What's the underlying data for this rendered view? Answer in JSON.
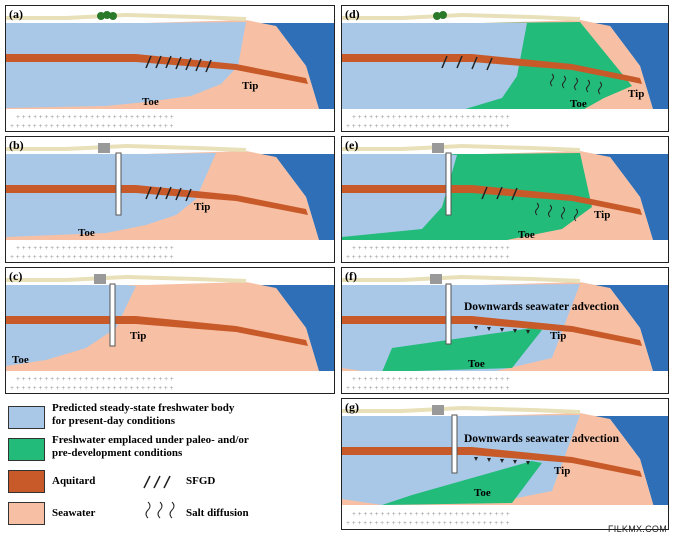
{
  "panels": [
    {
      "id": "a",
      "label": "(a)",
      "tip": "Tip",
      "toe": "Toe"
    },
    {
      "id": "b",
      "label": "(b)",
      "tip": "Tip",
      "toe": "Toe"
    },
    {
      "id": "c",
      "label": "(c)",
      "tip": "Tip",
      "toe": "Toe"
    },
    {
      "id": "d",
      "label": "(d)",
      "tip": "Tip",
      "toe": "Toe"
    },
    {
      "id": "e",
      "label": "(e)",
      "tip": "Tip",
      "toe": "Toe"
    },
    {
      "id": "f",
      "label": "(f)",
      "tip": "Tip",
      "toe": "Toe",
      "advection": "Downwards seawater advection"
    },
    {
      "id": "g",
      "label": "(g)",
      "tip": "Tip",
      "toe": "Toe",
      "advection": "Downwards seawater advection"
    }
  ],
  "legend": {
    "predicted": [
      "Predicted steady-state freshwater body",
      "for present-day conditions"
    ],
    "emplaced": [
      "Freshwater emplaced under paleo- and/or",
      "pre-development conditions"
    ],
    "aquitard": "Aquitard",
    "seawater": "Seawater",
    "sfgd": "SFGD",
    "salt_diffusion": "Salt diffusion"
  },
  "colors": {
    "freshwater": "#a9c8e8",
    "emplaced": "#22bb7a",
    "aquitard": "#c85a2a",
    "seawater": "#f7c0a4",
    "ocean": "#2e6fb8",
    "sky": "#ffffff",
    "sediment": "#ffffff"
  },
  "watermark": "FILKMX.COM"
}
